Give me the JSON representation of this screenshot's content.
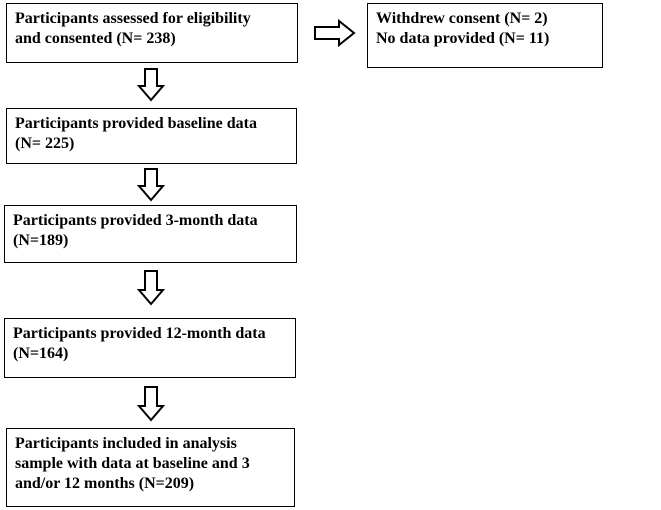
{
  "flowchart": {
    "boxes": [
      {
        "id": "assessed",
        "lines": [
          "Participants assessed for eligibility",
          "and consented (N= 238)"
        ]
      },
      {
        "id": "withdrew",
        "lines": [
          "Withdrew consent (N= 2)",
          "No data provided (N= 11)"
        ]
      },
      {
        "id": "baseline",
        "lines": [
          "Participants provided baseline data",
          "(N= 225)"
        ]
      },
      {
        "id": "three-month",
        "lines": [
          "Participants provided 3-month data",
          "(N=189)"
        ]
      },
      {
        "id": "twelve-month",
        "lines": [
          "Participants provided 12-month data",
          "(N=164)"
        ]
      },
      {
        "id": "analysis",
        "lines": [
          "Participants included in analysis",
          "sample with data at baseline and 3",
          "and/or 12 months (N=209)"
        ]
      }
    ]
  }
}
